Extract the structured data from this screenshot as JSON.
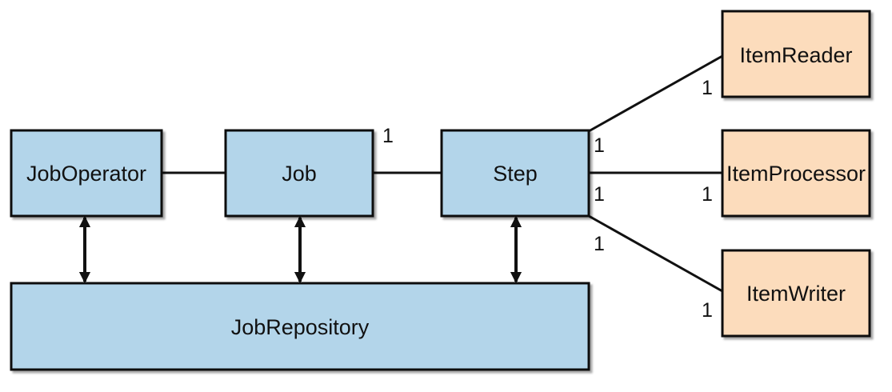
{
  "colors": {
    "core_fill": "#b3d5ea",
    "item_fill": "#fcdcbc",
    "stroke": "#111111",
    "background": "#ffffff"
  },
  "boxes": {
    "job_operator": "JobOperator",
    "job": "Job",
    "step": "Step",
    "job_repository": "JobRepository",
    "item_reader": "ItemReader",
    "item_processor": "ItemProcessor",
    "item_writer": "ItemWriter"
  },
  "multiplicities": {
    "job_step": "1",
    "step_reader": "1",
    "reader_step": "1",
    "step_processor": "1",
    "processor_step": "1",
    "step_writer": "1",
    "writer_step": "1"
  }
}
